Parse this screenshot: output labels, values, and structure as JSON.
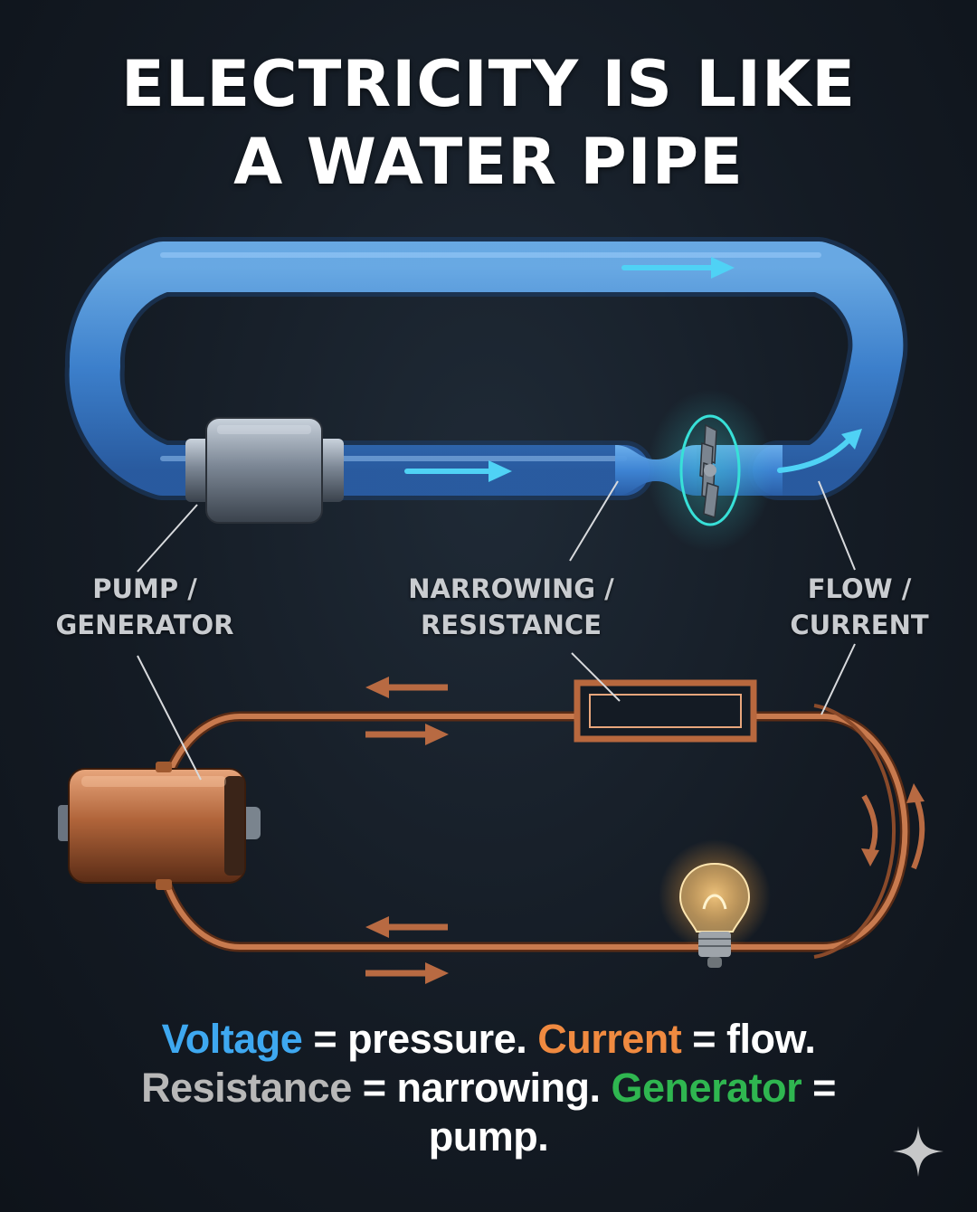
{
  "title": {
    "line1": "ELECTRICITY IS LIKE",
    "line2": "A WATER PIPE"
  },
  "labels": {
    "pump_line1": "PUMP /",
    "pump_line2": "GENERATOR",
    "narrow_line1": "NARROWING /",
    "narrow_line2": "RESISTANCE",
    "flow_line1": "FLOW /",
    "flow_line2": "CURRENT"
  },
  "caption": {
    "voltage": "Voltage",
    "voltage_rest": " = pressure. ",
    "current": "Current",
    "current_rest": " = flow.",
    "resistance": "Resistance",
    "resistance_rest": " = narrowing. ",
    "generator": "Generator",
    "generator_rest": " =",
    "pump": "pump."
  },
  "icons": {
    "corner": "sparkle-icon",
    "bulb": "light-bulb-icon",
    "turbine": "turbine-icon"
  },
  "colors": {
    "voltage": "#3ea8f0",
    "current": "#f08a40",
    "resistance": "#b8b8b8",
    "generator": "#2fb650",
    "water_pipe": "#4a90d9",
    "copper_wire": "#c87a4e"
  }
}
